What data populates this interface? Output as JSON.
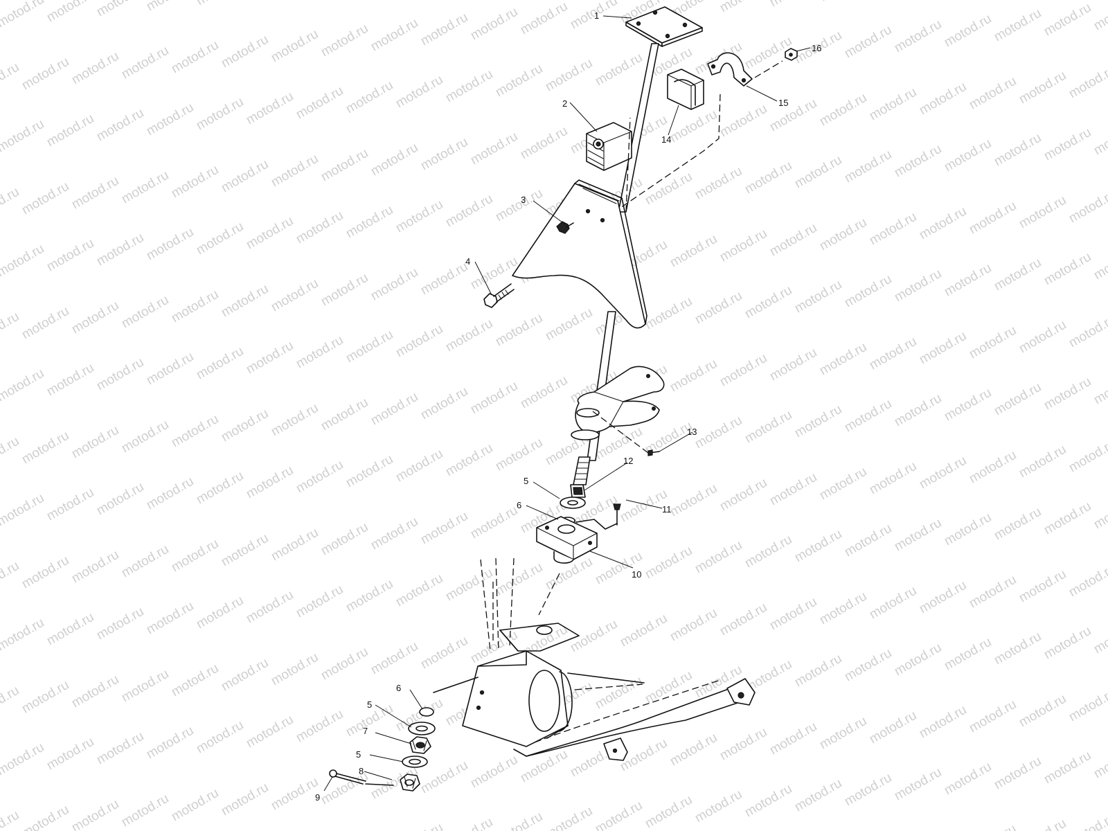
{
  "watermark": {
    "text": "motod.ru"
  },
  "callouts": {
    "c1": "1",
    "c2": "2",
    "c3": "3",
    "c4": "4",
    "c5a": "5",
    "c6a": "6",
    "c10": "10",
    "c11": "11",
    "c12": "12",
    "c13": "13",
    "c14": "14",
    "c15": "15",
    "c16": "16",
    "c6b": "6",
    "c5b": "5",
    "c7": "7",
    "c5c": "5",
    "c8": "8",
    "c9": "9"
  }
}
